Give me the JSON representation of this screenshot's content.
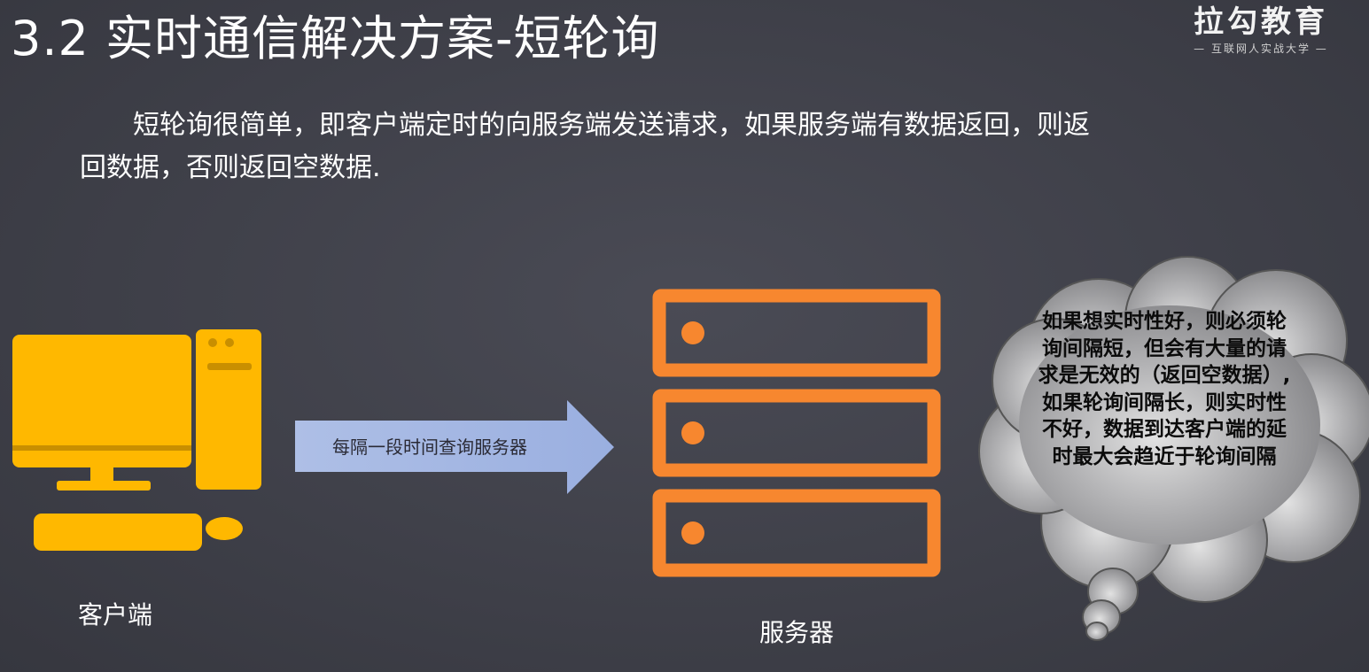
{
  "title": "3.2 实时通信解决方案-短轮询",
  "brand": {
    "name": "拉勾教育",
    "slogan": "— 互联网人实战大学 —"
  },
  "description": {
    "line1": "短轮询很简单，即客户端定时的向服务端发送请求，如果服务端有数据返回，则返",
    "line2": "回数据，否则返回空数据."
  },
  "diagram": {
    "client_label": "客户端",
    "server_label": "服务器",
    "arrow_label": "每隔一段时间查询服务器",
    "cloud_note": "如果想实时性好，则必须轮询间隔短，但会有大量的请求是无效的（返回空数据）,如果轮询间隔长，则实时性不好，数据到达客户端的延时最大会趋近于轮询间隔"
  },
  "colors": {
    "background": "#3e3f48",
    "computer": "#ffb800",
    "server": "#f7872f",
    "arrow": "#b0c2e6",
    "cloud": "#9a9a9c"
  }
}
